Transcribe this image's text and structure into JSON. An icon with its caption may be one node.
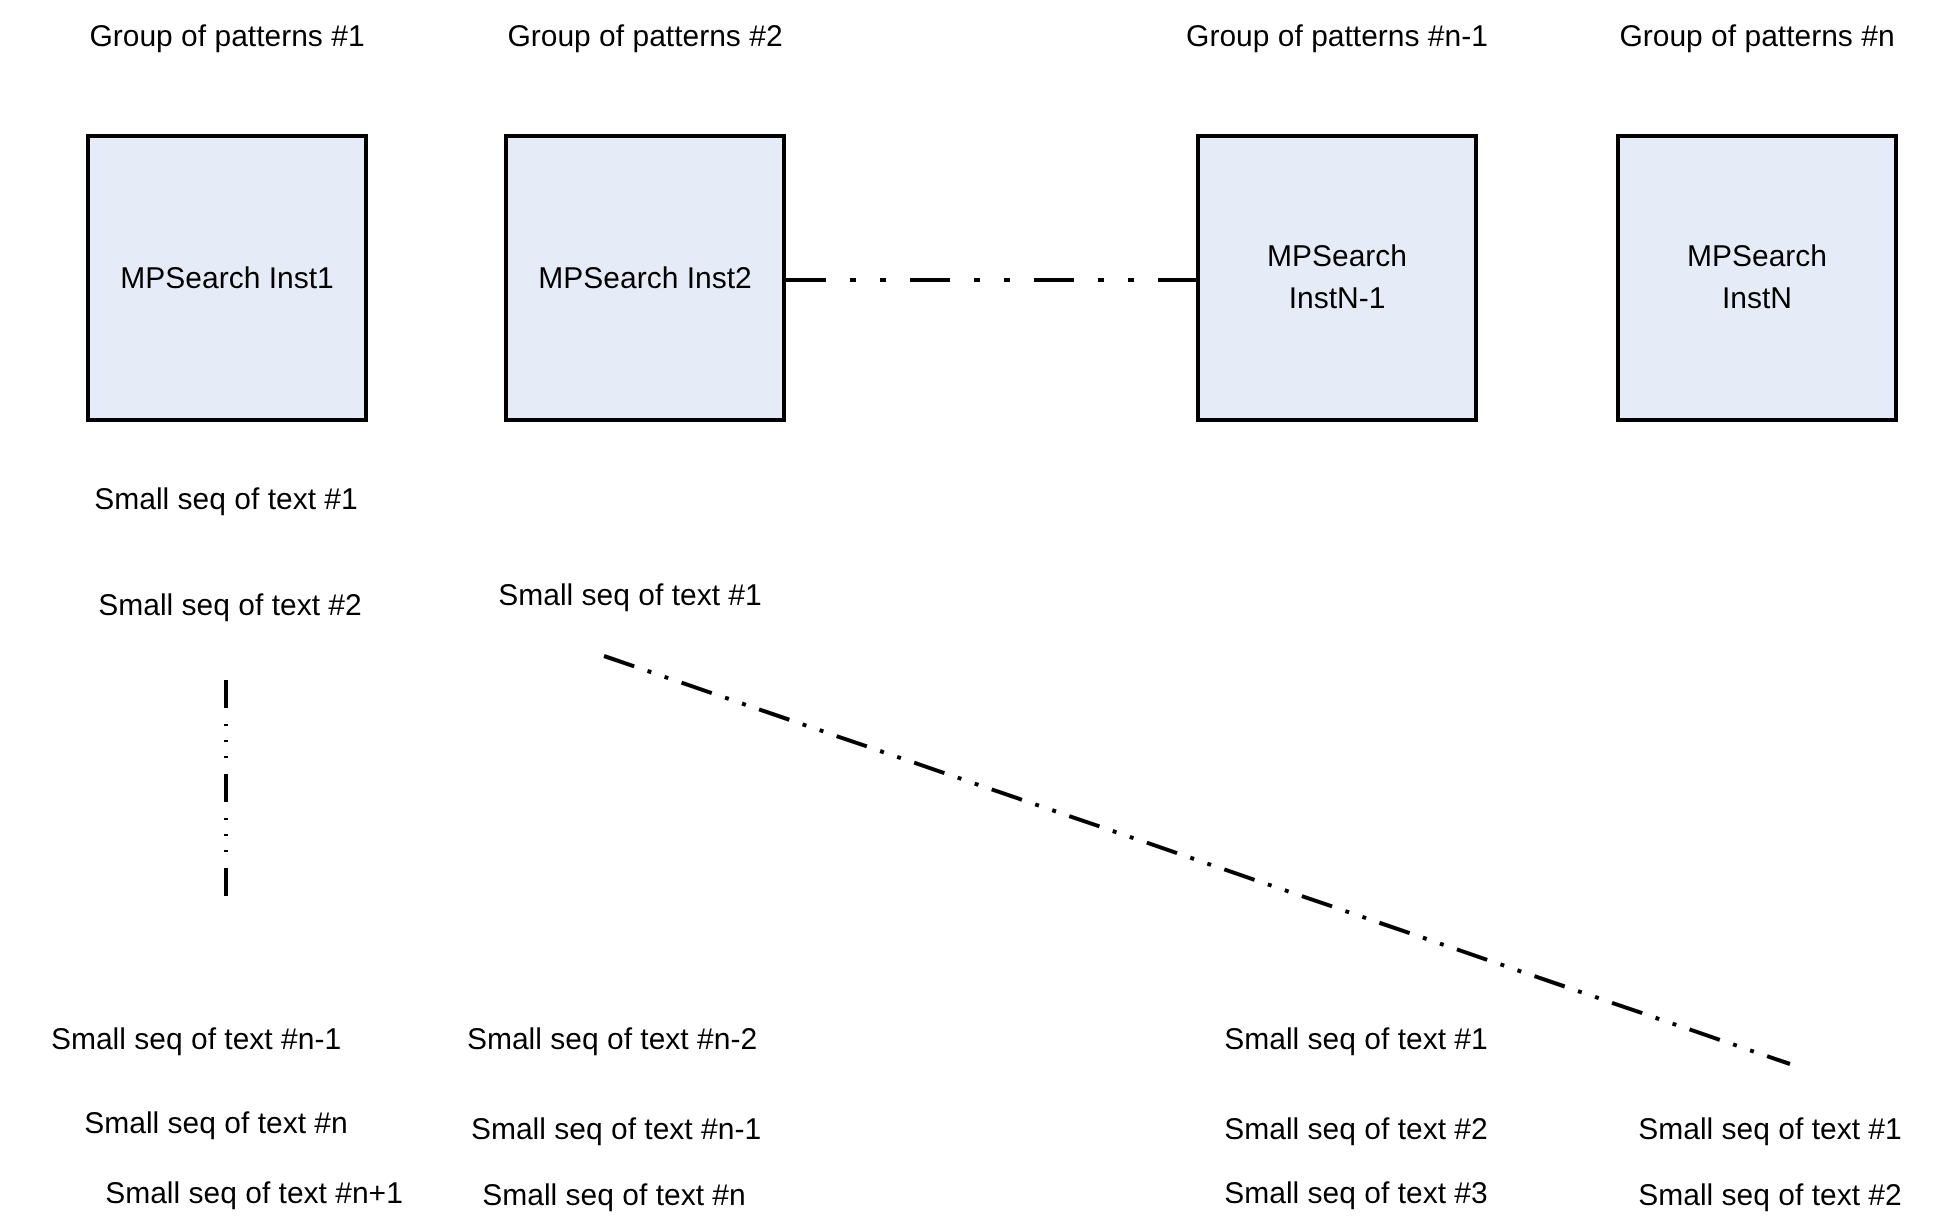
{
  "diagram": {
    "nodes": [
      {
        "text": [
          "Group of patterns #1",
          "MPSearch Inst1"
        ]
      },
      {
        "text": [
          "Group of patterns #2",
          "MPSearch Inst2"
        ]
      },
      {
        "text": [
          "Group of patterns #n-1",
          "MPSearch InstN-1"
        ]
      },
      {
        "text": [
          "Group of patterns #n",
          "MPSearch InstN"
        ]
      }
    ],
    "edges": [
      {
        "from": 1,
        "to": 2,
        "arrow": "none",
        "style": "dashed"
      }
    ],
    "labels": [
      "Small seq of text #1",
      "Small seq of text #2",
      "Small seq of text #1",
      "Small seq of text #n-1",
      "Small seq of text #n-2",
      "Small seq of text #1",
      "Small seq of text #n",
      "Small seq of text #n-1",
      "Small seq of text #2",
      "Small seq of text #1",
      "Small seq of text #n+1",
      "Small seq of text #n",
      "Small seq of text #3",
      "Small seq of text #2"
    ]
  }
}
